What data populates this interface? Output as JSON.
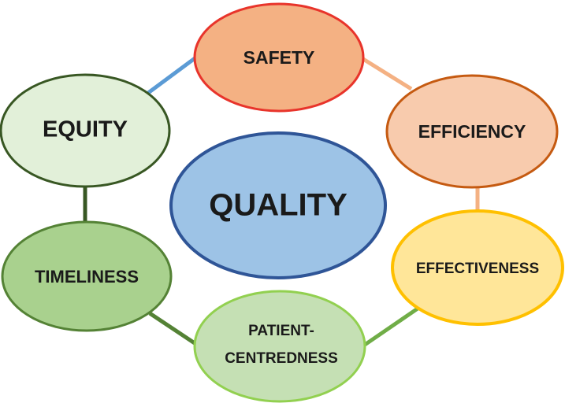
{
  "diagram": {
    "center": {
      "label": "QUALITY",
      "fill": "#9dc3e6",
      "stroke": "#2f5597"
    },
    "nodes": [
      {
        "id": "safety",
        "label": "SAFETY",
        "fill": "#f4b183",
        "stroke": "#e8342b"
      },
      {
        "id": "efficiency",
        "label": "EFFICIENCY",
        "fill": "#f8cbad",
        "stroke": "#c55a11"
      },
      {
        "id": "effectiveness",
        "label": "EFFECTIVENESS",
        "fill": "#ffe699",
        "stroke": "#ffc000"
      },
      {
        "id": "patient-centredness",
        "label_line1": "PATIENT-",
        "label_line2": "CENTREDNESS",
        "fill": "#c5e0b4",
        "stroke": "#92d050"
      },
      {
        "id": "timeliness",
        "label": "TIMELINESS",
        "fill": "#a9d18e",
        "stroke": "#548235"
      },
      {
        "id": "equity",
        "label": "EQUITY",
        "fill": "#e2f0d9",
        "stroke": "#385723"
      }
    ],
    "connectors": [
      {
        "from": "equity",
        "to": "safety",
        "color": "#5b9bd5"
      },
      {
        "from": "safety",
        "to": "efficiency",
        "color": "#f4b183"
      },
      {
        "from": "efficiency",
        "to": "effectiveness",
        "color": "#f4b183"
      },
      {
        "from": "effectiveness",
        "to": "patient-centredness",
        "color": "#70ad47"
      },
      {
        "from": "patient-centredness",
        "to": "timeliness",
        "color": "#548235"
      },
      {
        "from": "timeliness",
        "to": "equity",
        "color": "#385723"
      }
    ]
  }
}
